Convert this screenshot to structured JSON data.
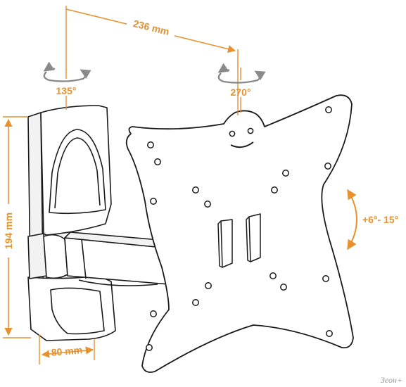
{
  "colors": {
    "accent": "#E8912E",
    "line": "#1A1A1A",
    "arrow": "#8A8A8A",
    "paper": "#FFFFFF"
  },
  "dimensions": {
    "arm_extension": "236 mm",
    "wall_plate_height": "194 mm",
    "wall_plate_depth": "80 mm"
  },
  "rotations": {
    "wall_swivel": "135°",
    "plate_rotation": "270°",
    "tilt": "+6°- 15°"
  },
  "watermark": "Зеон+"
}
